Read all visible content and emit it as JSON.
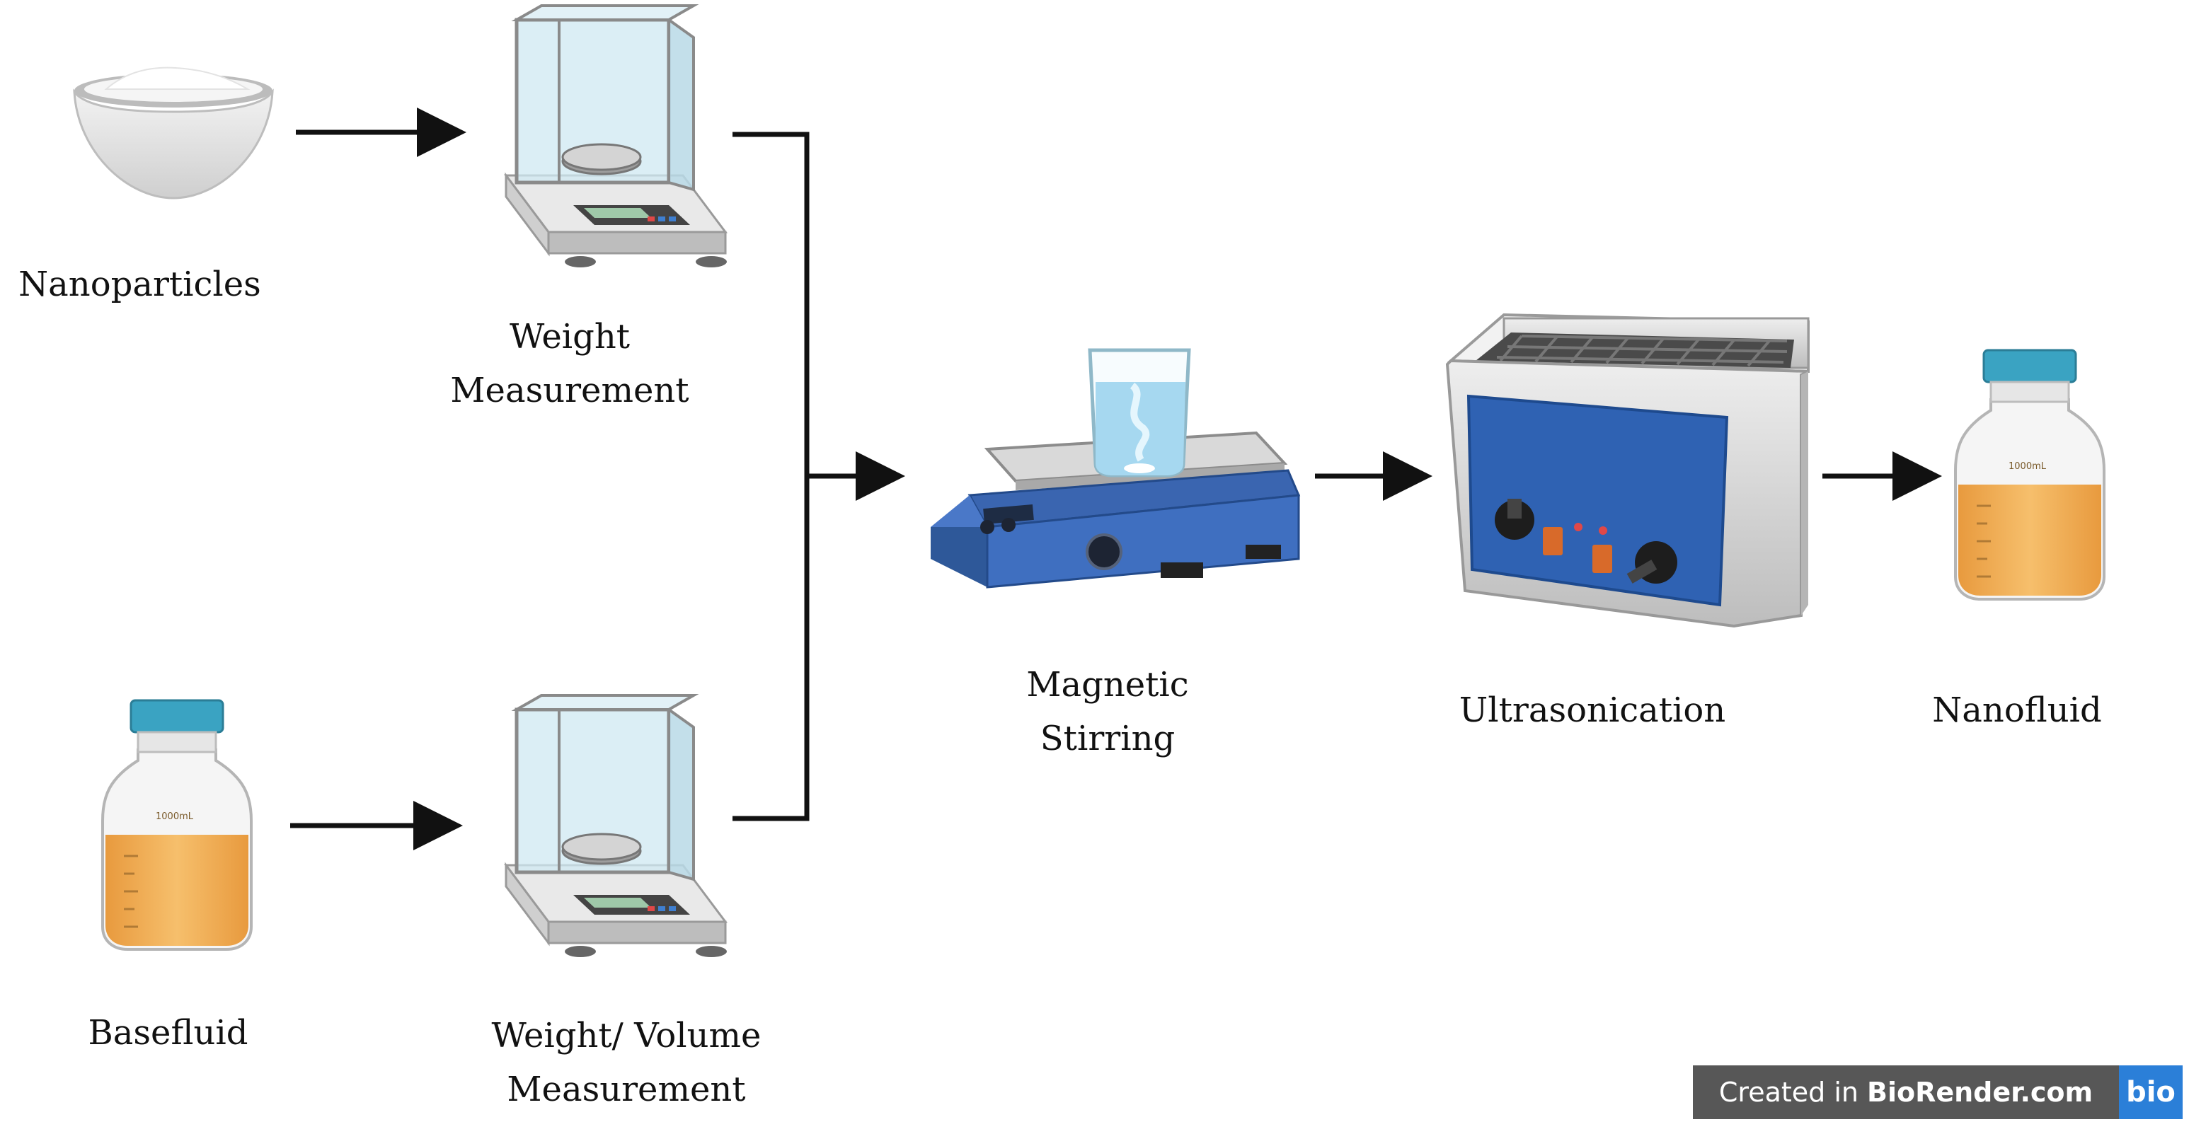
{
  "labels": {
    "nanoparticles": "Nanoparticles",
    "weight_measurement": [
      "Weight",
      "Measurement"
    ],
    "basefluid": "Basefluid",
    "weight_volume_measurement": [
      "Weight/ Volume",
      "Measurement"
    ],
    "magnetic_stirring": [
      "Magnetic",
      "Stirring"
    ],
    "ultrasonication": "Ultrasonication",
    "nanofluid": "Nanofluid"
  },
  "bottle_label": "1000mL",
  "watermark": {
    "prefix": "Created in",
    "brand": "BioRender.com",
    "logo": "bio"
  },
  "icons": [
    "bowl-powder-icon",
    "balance-icon",
    "bottle-icon",
    "magnetic-stirrer-icon",
    "ultrasonic-bath-icon"
  ],
  "colors": {
    "liquid": "#f2b25a",
    "bottle_cap": "#3aa3c2",
    "device_blue": "#2f62b3",
    "water": "#a6d8f0",
    "arrow": "#111111",
    "watermark_bg": "#575757",
    "watermark_logo": "#2b7fd8"
  }
}
